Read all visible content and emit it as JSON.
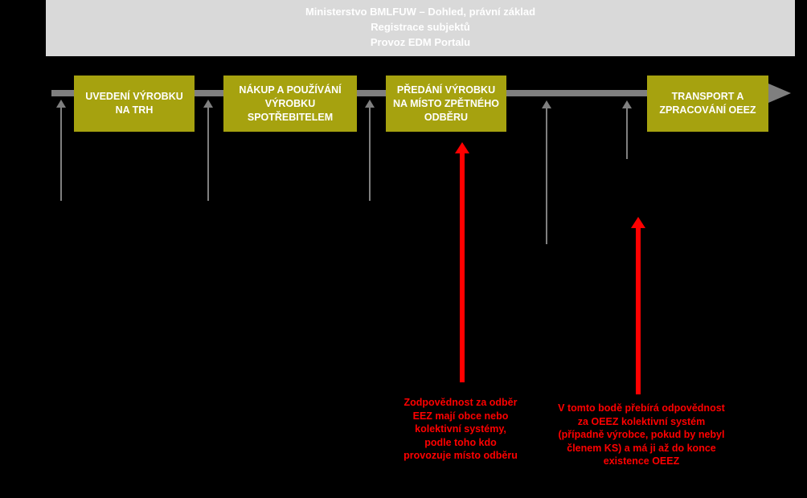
{
  "banner": {
    "line1": "Ministerstvo  BMLFUW – Dohled, právní základ",
    "line2": "Registrace subjektů",
    "line3": "Provoz EDM Portalu"
  },
  "stages": [
    {
      "label": "UVEDENÍ VÝROBKU NA TRH"
    },
    {
      "label": "NÁKUP A POUŽÍVÁNÍ VÝROBKU SPOTŘEBITELEM"
    },
    {
      "label": "PŘEDÁNÍ VÝROBKU NA MÍSTO ZPĚTNÉHO ODBĚRU"
    },
    {
      "label": "TRANSPORT A ZPRACOVÁNÍ OEEZ"
    }
  ],
  "notes": {
    "municipality": "Zodpovědnost za odběr EEZ mají obce nebo kolektivní systémy, podle toho kdo provozuje místo odběru",
    "collective_system": "V tomto bodě přebírá odpovědnost za OEEZ kolektivní systém (případně výrobce, pokud by nebyl členem KS) a má ji až do konce existence OEEZ"
  },
  "colors": {
    "background": "#000000",
    "banner": "#d9d9d9",
    "stage": "#a6a20f",
    "timeline": "#7f7f7f",
    "highlight": "#ff0000"
  }
}
